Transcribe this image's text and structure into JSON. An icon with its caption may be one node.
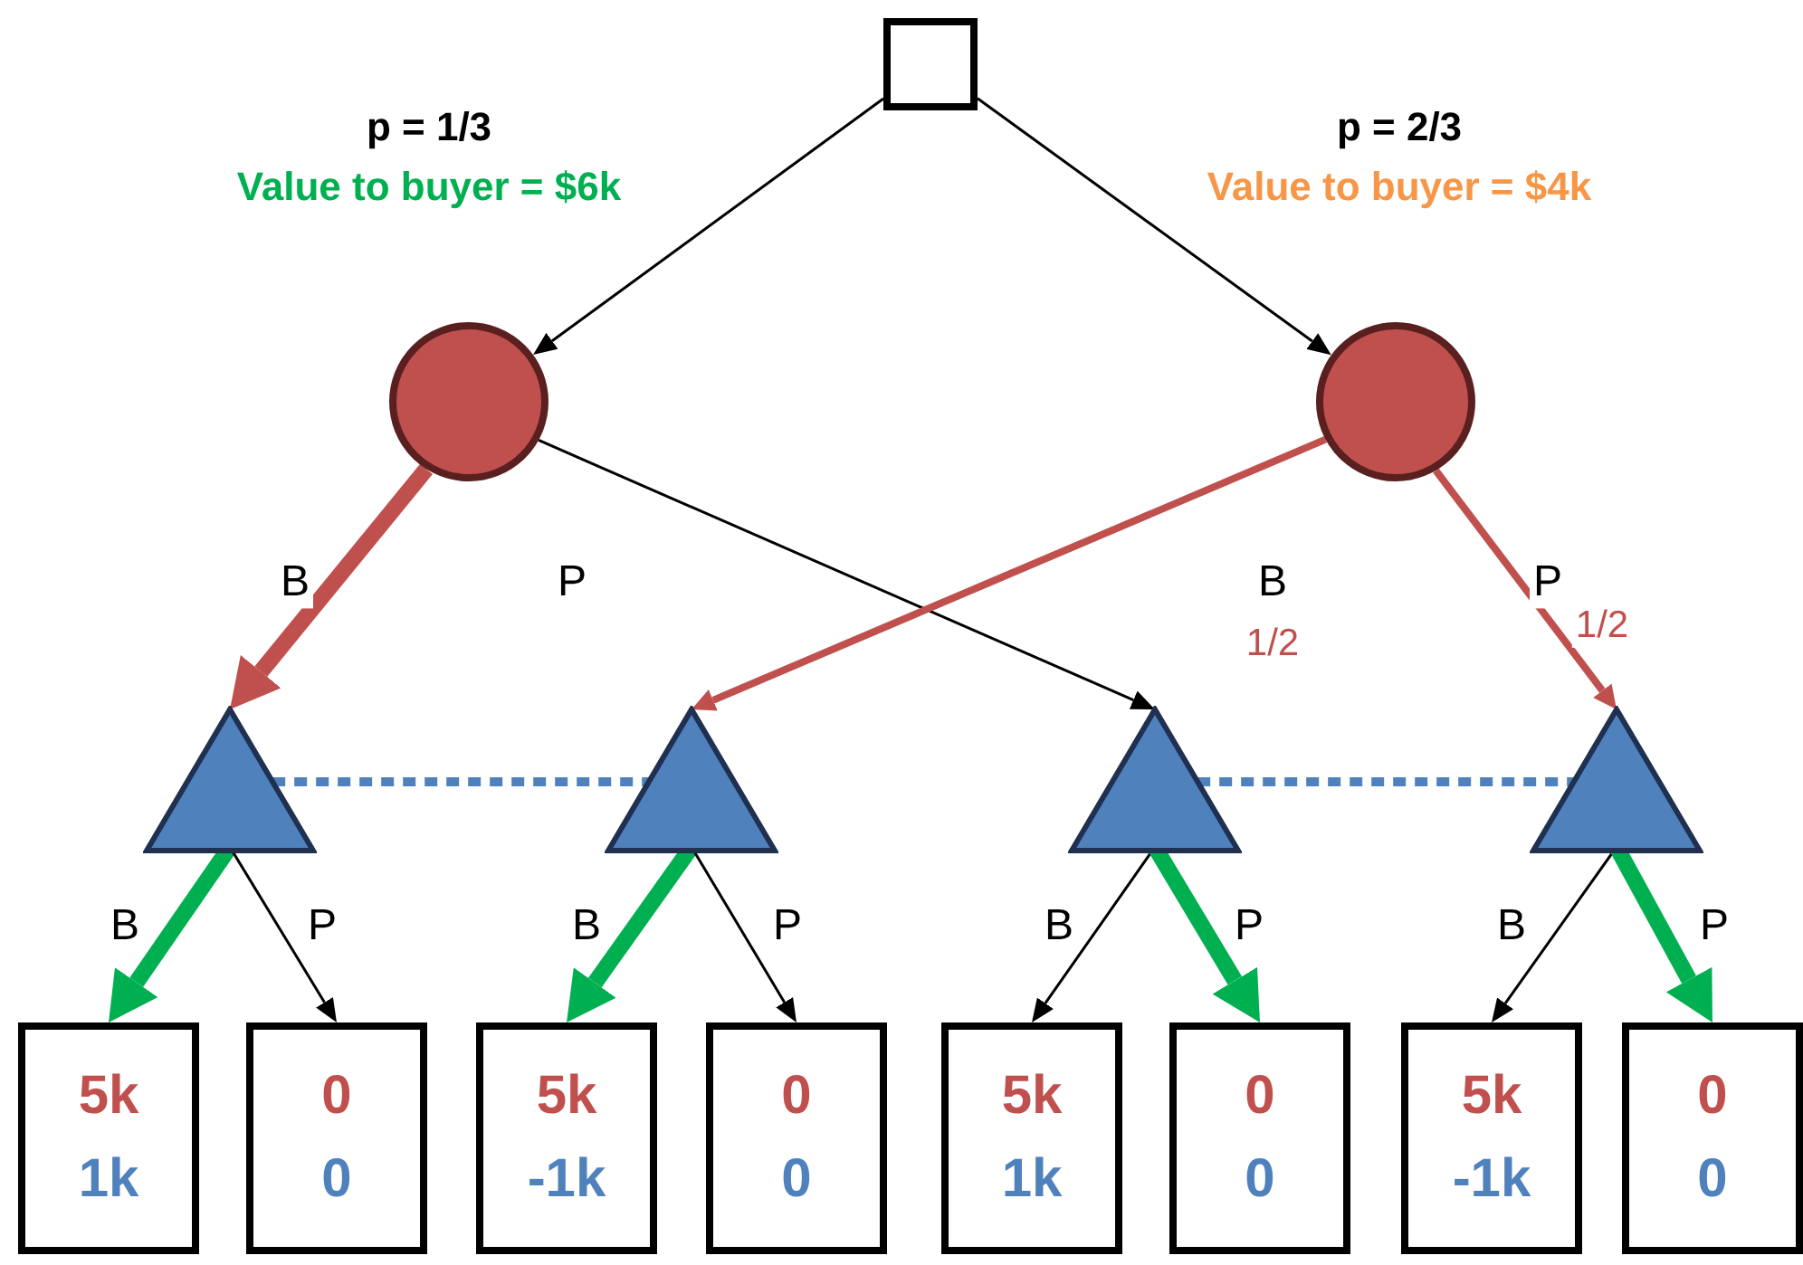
{
  "diagram": {
    "nodes": [
      {
        "text": [],
        "shape": "box"
      },
      {
        "text": [],
        "shape": "circle"
      },
      {
        "text": [],
        "shape": "circle"
      },
      {
        "text": [],
        "shape": "triangle"
      },
      {
        "text": [],
        "shape": "triangle"
      },
      {
        "text": [],
        "shape": "triangle"
      },
      {
        "text": [],
        "shape": "triangle"
      },
      {
        "text": [
          "5k",
          "1k"
        ]
      },
      {
        "text": [
          "0",
          "0"
        ]
      },
      {
        "text": [
          "5k",
          "-1k"
        ]
      },
      {
        "text": [
          "0",
          "0"
        ]
      },
      {
        "text": [
          "5k",
          "1k"
        ]
      },
      {
        "text": [
          "0",
          "0"
        ]
      },
      {
        "text": [
          "5k",
          "-1k"
        ]
      },
      {
        "text": [
          "0",
          "0"
        ]
      }
    ],
    "edges": [
      {
        "from": 0,
        "to": 1,
        "arrow": "to"
      },
      {
        "from": 0,
        "to": 2,
        "arrow": "to"
      },
      {
        "from": 1,
        "to": 3,
        "arrow": "to",
        "label": "B",
        "style": "thick",
        "color": "#c0504d"
      },
      {
        "from": 1,
        "to": 5,
        "arrow": "to",
        "label": "P"
      },
      {
        "from": 2,
        "to": 4,
        "arrow": "to",
        "label": "B",
        "color": "#c0504d"
      },
      {
        "from": 2,
        "to": 6,
        "arrow": "to",
        "label": "P",
        "color": "#c0504d"
      },
      {
        "from": 3,
        "to": 4,
        "arrow": "none",
        "style": "dashed",
        "color": "#4f81bd"
      },
      {
        "from": 5,
        "to": 6,
        "arrow": "none",
        "style": "dashed",
        "color": "#4f81bd"
      },
      {
        "from": 3,
        "to": 7,
        "arrow": "to",
        "label": "B",
        "style": "thick",
        "color": "#00b050"
      },
      {
        "from": 3,
        "to": 8,
        "arrow": "to",
        "label": "P"
      },
      {
        "from": 4,
        "to": 9,
        "arrow": "to",
        "label": "B",
        "style": "thick",
        "color": "#00b050"
      },
      {
        "from": 4,
        "to": 10,
        "arrow": "to",
        "label": "P"
      },
      {
        "from": 5,
        "to": 11,
        "arrow": "to",
        "label": "B"
      },
      {
        "from": 5,
        "to": 12,
        "arrow": "to",
        "label": "P",
        "style": "thick",
        "color": "#00b050"
      },
      {
        "from": 6,
        "to": 13,
        "arrow": "to",
        "label": "B"
      },
      {
        "from": 6,
        "to": 14,
        "arrow": "to",
        "label": "P",
        "style": "thick",
        "color": "#00b050"
      }
    ],
    "labels": [
      "p = 1/3",
      "Value to buyer = $6k",
      "p = 2/3",
      "Value to buyer = $4k",
      "1/2",
      "1/2"
    ]
  }
}
